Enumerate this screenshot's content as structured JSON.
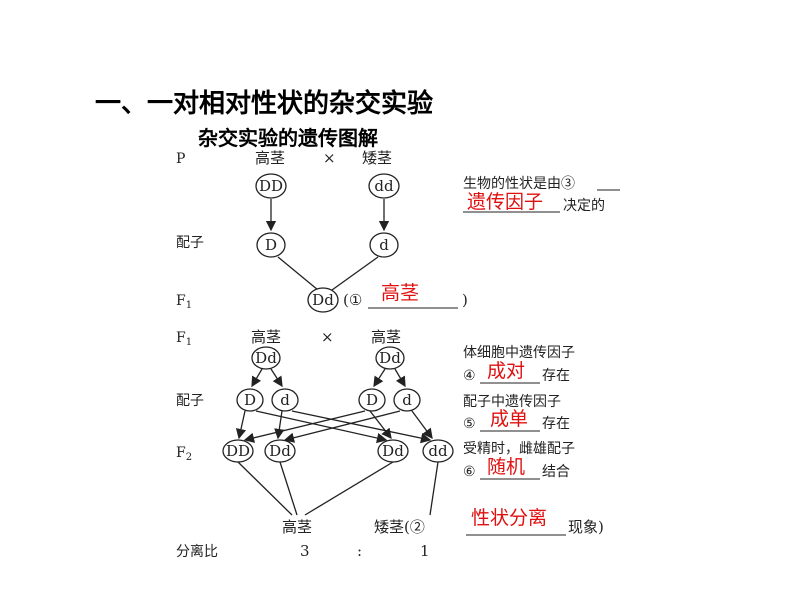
{
  "title": "一、一对相对性状的杂交实验",
  "subtitle": "杂交实验的遗传图解",
  "labels": {
    "p": "P",
    "gamete": "配子",
    "f1": "F",
    "f1_sub": "1",
    "f2": "F",
    "f2_sub": "2",
    "ratio": "分离比",
    "cross": "×"
  },
  "part1": {
    "parent_left": "高茎",
    "parent_right": "矮茎",
    "genotype_left": "DD",
    "genotype_right": "dd",
    "gamete_left": "D",
    "gamete_right": "d",
    "f1_genotype": "Dd",
    "f1_blank_prefix": "(①",
    "f1_blank_suffix": ")",
    "f1_answer": "高茎"
  },
  "part2": {
    "parent_left": "高茎",
    "parent_right": "高茎",
    "genotype_left": "Dd",
    "genotype_right": "Dd",
    "gametes": [
      "D",
      "d",
      "D",
      "d"
    ],
    "f2_genotypes": [
      "DD",
      "Dd",
      "Dd",
      "dd"
    ],
    "phenotype_tall": "高茎",
    "phenotype_short": "矮茎(②",
    "phenotype_suffix": "现象)",
    "answer_2": "性状分离",
    "ratio_left": "3",
    "ratio_colon": ":",
    "ratio_right": "1"
  },
  "notes": {
    "n3_line1": "生物的性状是由③",
    "n3_suffix": "决定的",
    "answer_3": "遗传因子",
    "n4_line1": "体细胞中遗传因子",
    "n4_prefix": "④",
    "n4_suffix": "存在",
    "answer_4": "成对",
    "n5_line1": "配子中遗传因子",
    "n5_prefix": "⑤",
    "n5_suffix": "存在",
    "answer_5": "成单",
    "n6_line1": "受精时，雌雄配子",
    "n6_prefix": "⑥",
    "n6_suffix": "结合",
    "answer_6": "随机"
  }
}
